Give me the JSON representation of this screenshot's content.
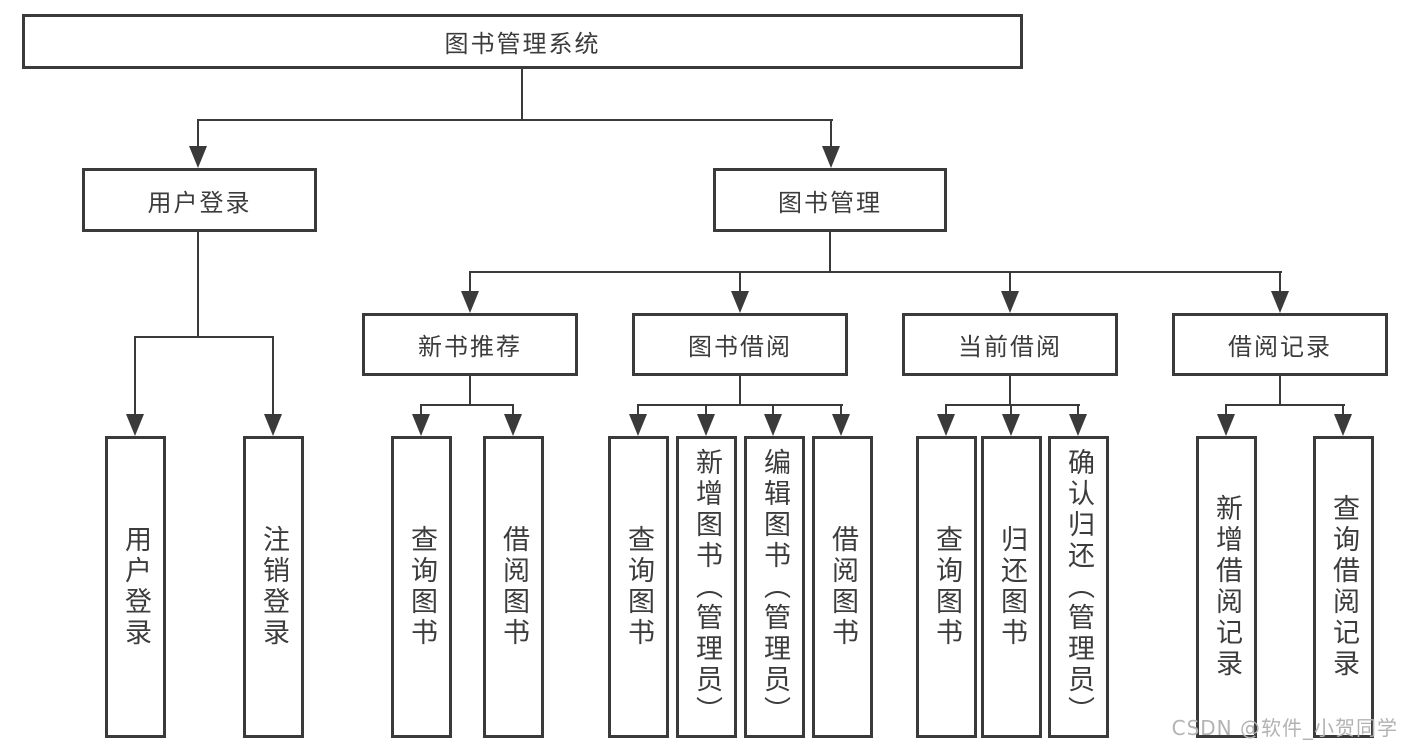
{
  "tree": {
    "label": "图书管理系统",
    "children": [
      {
        "label": "用户登录",
        "children": [
          {
            "label": "用户登录"
          },
          {
            "label": "注销登录"
          }
        ]
      },
      {
        "label": "图书管理",
        "children": [
          {
            "label": "新书推荐",
            "children": [
              {
                "label": "查询图书"
              },
              {
                "label": "借阅图书"
              }
            ]
          },
          {
            "label": "图书借阅",
            "children": [
              {
                "label": "查询图书"
              },
              {
                "label": "新增图书（管理员）"
              },
              {
                "label": "编辑图书（管理员）"
              },
              {
                "label": "借阅图书"
              }
            ]
          },
          {
            "label": "当前借阅",
            "children": [
              {
                "label": "查询图书"
              },
              {
                "label": "归还图书"
              },
              {
                "label": "确认归还（管理员）"
              }
            ]
          },
          {
            "label": "借阅记录",
            "children": [
              {
                "label": "新增借阅记录"
              },
              {
                "label": "查询借阅记录"
              }
            ]
          }
        ]
      }
    ]
  },
  "watermark": "CSDN @软件_小贺同学",
  "colors": {
    "line": "#3a3a3a",
    "text": "#3c3c3c",
    "watermark": "#b3b3b3",
    "background": "#ffffff"
  }
}
